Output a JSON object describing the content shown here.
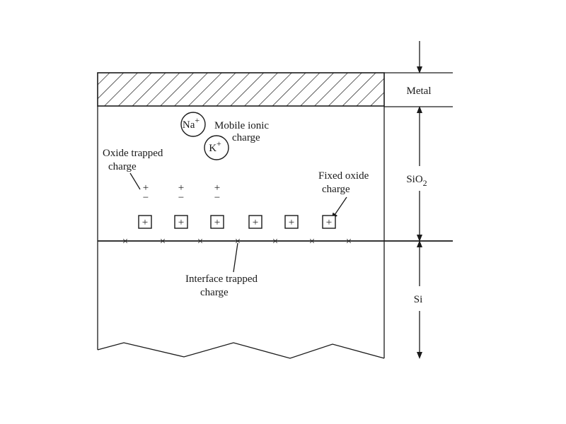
{
  "layers": {
    "metal": "Metal",
    "oxide": "SiO",
    "oxide_subscript": "2",
    "silicon": "Si"
  },
  "charges": {
    "mobile_ionic": {
      "line1": "Mobile ionic",
      "line2": "charge",
      "ion1": "Na",
      "ion2": "K",
      "ion_sign": "+"
    },
    "oxide_trapped": {
      "line1": "Oxide trapped",
      "line2": "charge",
      "plus": "+",
      "minus": "−"
    },
    "fixed_oxide": {
      "line1": "Fixed oxide",
      "line2": "charge",
      "symbol": "+"
    },
    "interface_trapped": {
      "line1": "Interface trapped",
      "line2": "charge",
      "symbol": "×"
    }
  }
}
